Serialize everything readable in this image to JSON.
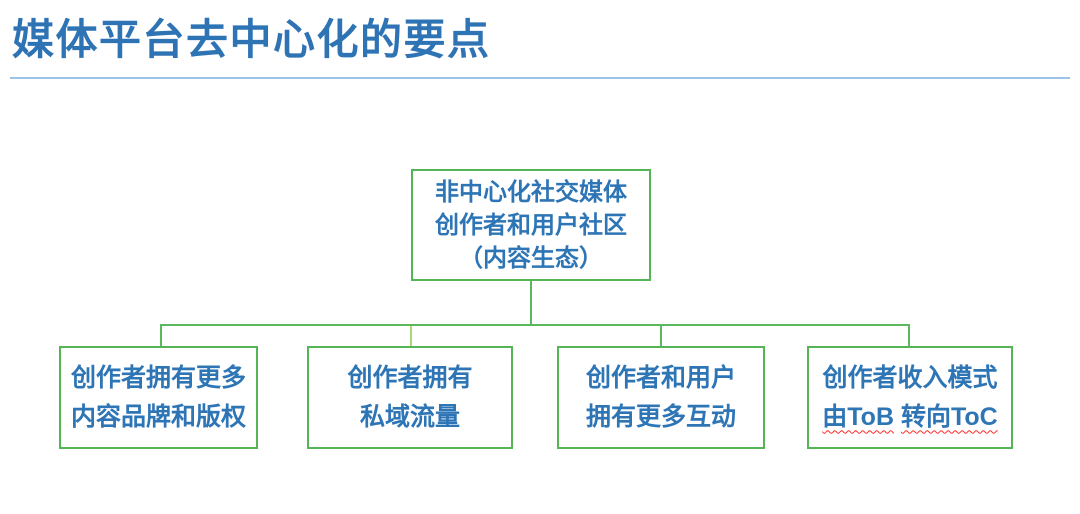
{
  "page": {
    "title": "媒体平台去中心化的要点"
  },
  "colors": {
    "title_blue": "#2e74b5",
    "node_text_blue": "#2e75b6",
    "node_border_green": "#53b556",
    "connector_green": "#5cb85c",
    "connector_light_green": "#a8d878",
    "divider_light_blue": "#9dc3e6",
    "spellcheck_red": "#ff2a2a",
    "background": "#ffffff"
  },
  "diagram": {
    "type": "tree",
    "root": {
      "lines": [
        "非中心化社交媒体",
        "创作者和用户社区",
        "（内容生态）"
      ]
    },
    "children": [
      {
        "lines": [
          "创作者拥有更多",
          "内容品牌和版权"
        ]
      },
      {
        "lines": [
          "创作者拥有",
          "私域流量"
        ]
      },
      {
        "lines": [
          "创作者和用户",
          "拥有更多互动"
        ]
      },
      {
        "lines": [
          "创作者收入模式"
        ],
        "line2_parts": [
          "由ToB",
          " ",
          "转向ToC"
        ]
      }
    ]
  }
}
